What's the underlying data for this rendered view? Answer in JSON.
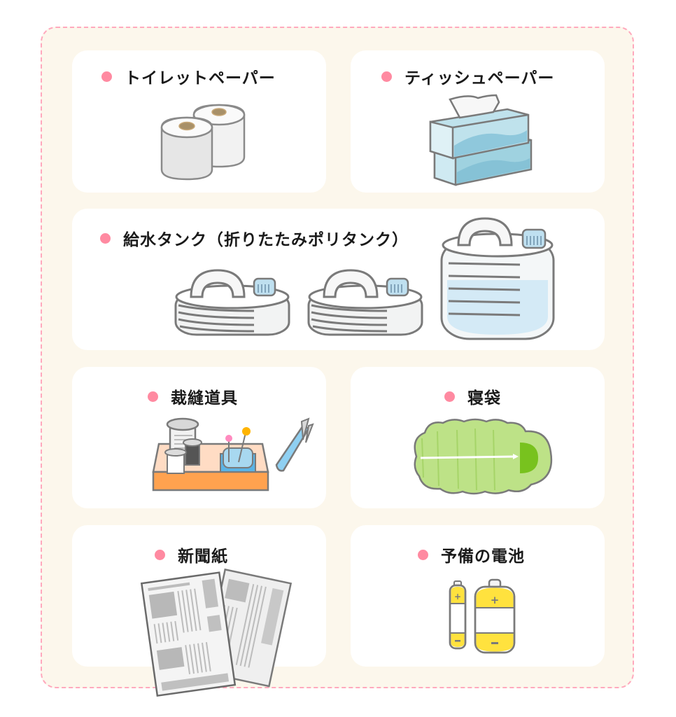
{
  "frame": {
    "background": "#fcf7ec",
    "border_color": "#ffa9bd",
    "style": "dashed"
  },
  "bullet_color": "#ff8aa1",
  "items": [
    {
      "id": "toilet-paper",
      "label": "トイレットペーパー",
      "icon": "toilet-paper-rolls-icon"
    },
    {
      "id": "tissue-paper",
      "label": "ティッシュペーパー",
      "icon": "tissue-boxes-icon"
    },
    {
      "id": "water-tank",
      "label": "給水タンク（折りたたみポリタンク）",
      "icon": "folding-water-tank-icon"
    },
    {
      "id": "sewing-kit",
      "label": "裁縫道具",
      "icon": "sewing-kit-icon"
    },
    {
      "id": "sleeping-bag",
      "label": "寝袋",
      "icon": "sleeping-bag-icon"
    },
    {
      "id": "newspaper",
      "label": "新聞紙",
      "icon": "newspaper-icon"
    },
    {
      "id": "spare-batteries",
      "label": "予備の電池",
      "icon": "batteries-icon"
    }
  ]
}
